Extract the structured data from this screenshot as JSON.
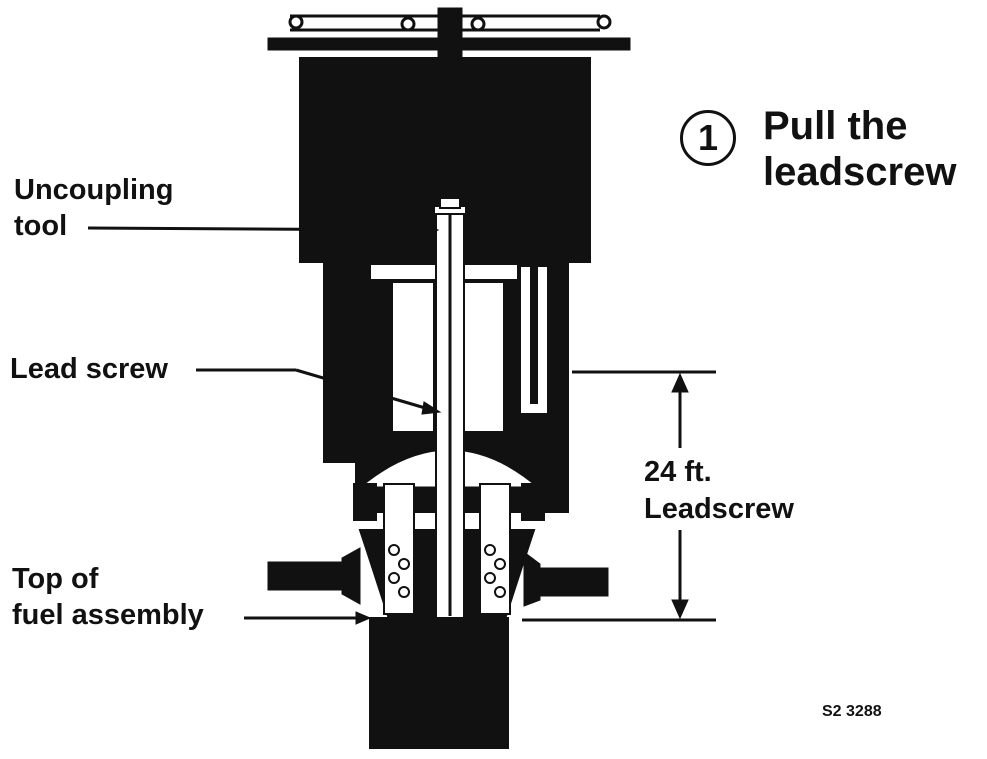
{
  "step": {
    "number": "1",
    "title_line1": "Pull the",
    "title_line2": "leadscrew"
  },
  "labels": {
    "uncoupling_tool_1": "Uncoupling",
    "uncoupling_tool_2": "tool",
    "lead_screw": "Lead screw",
    "dimension_1": "24 ft.",
    "dimension_2": "Leadscrew",
    "top_fuel_1": "Top of",
    "top_fuel_2": "fuel assembly"
  },
  "figure_code": "S2  3288",
  "colors": {
    "ink": "#111111",
    "paper": "#ffffff"
  }
}
